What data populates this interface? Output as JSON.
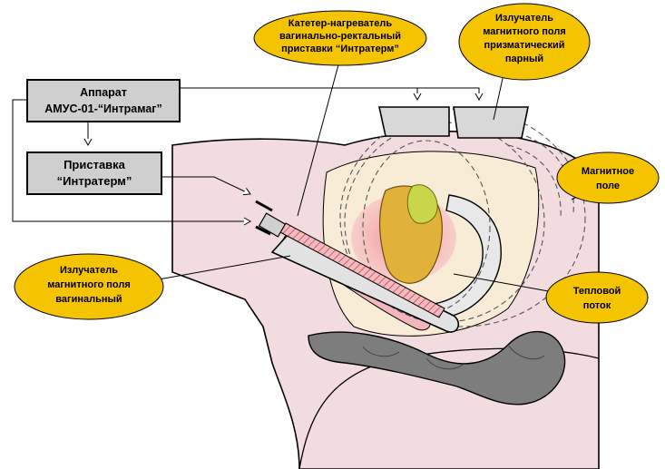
{
  "labels": {
    "apparatus": [
      "Аппарат",
      "АМУС-01-“Интрамаг”"
    ],
    "attachment": [
      "Приставка",
      "“Интратерм”"
    ],
    "catheter": [
      "Катетер-нагреватель",
      "вагинально-ректальный",
      "приставки “Интратерм”"
    ],
    "emitter_prismatic": [
      "Излучатель",
      "магнитного поля",
      "призматический",
      "парный"
    ],
    "magnetic_field": [
      "Магнитное",
      "поле"
    ],
    "emitter_vaginal": [
      "Излучатель",
      "магнитного поля",
      "вагинальный"
    ],
    "heat_flow": [
      "Тепловой",
      "поток"
    ]
  },
  "colors": {
    "oval_fill": "#f5c400",
    "box_fill": "#cfcfcf",
    "skin": "#f2dcdf",
    "tissue_pink": "#f4b6bd",
    "heat_zone": "#f39aa5",
    "organ_yellow": "#e0b23a",
    "gland_green": "#c9d64a",
    "bowel_gray": "#7d7d7d",
    "device_gray": "#e2e2e2"
  }
}
